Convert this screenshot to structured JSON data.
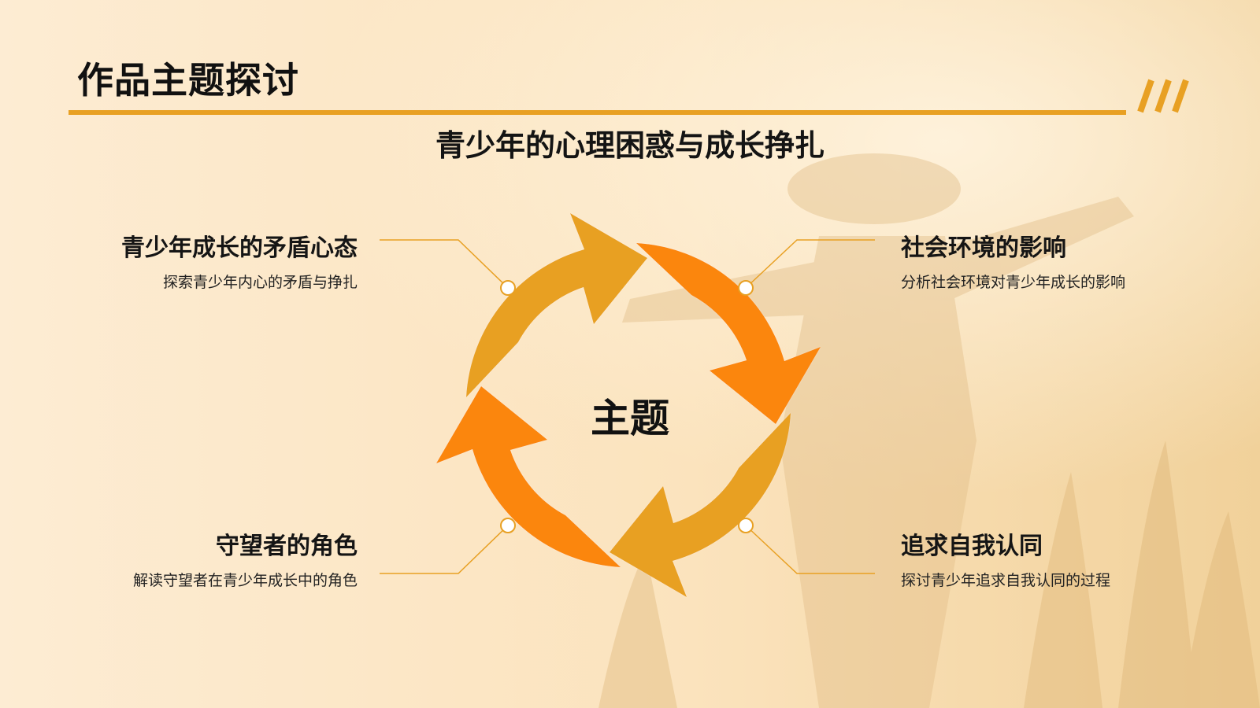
{
  "page": {
    "title": "作品主题探讨",
    "subtitle": "青少年的心理困惑与成长挣扎"
  },
  "cycle": {
    "center_label": "主题",
    "items": [
      {
        "title": "青少年成长的矛盾心态",
        "desc": "探索青少年内心的矛盾与挣扎"
      },
      {
        "title": "社会环境的影响",
        "desc": "分析社会环境对青少年成长的影响"
      },
      {
        "title": "守望者的角色",
        "desc": "解读守望者在青少年成长中的角色"
      },
      {
        "title": "追求自我认同",
        "desc": "探讨青少年追求自我认同的过程"
      }
    ]
  },
  "colors": {
    "accent_gold": "#e8a023",
    "accent_orange": "#fb860a",
    "background": "#fdebd0"
  },
  "icons": [
    "decorative-slash-icon",
    "cycle-arrow-icon"
  ]
}
